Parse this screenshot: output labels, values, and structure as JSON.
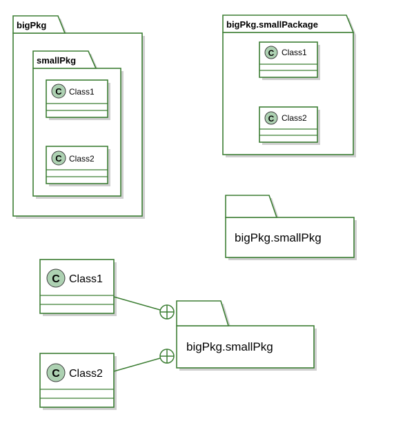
{
  "packages": {
    "big": {
      "title": "bigPkg"
    },
    "small": {
      "title": "smallPkg"
    },
    "small_package": {
      "title": "bigPkg.smallPackage"
    },
    "folder_upper": {
      "name": "bigPkg.smallPkg"
    },
    "folder_lower": {
      "name": "bigPkg.smallPkg"
    }
  },
  "classes": {
    "stereotype_letter": "C",
    "small_pkg_class1": "Class1",
    "small_pkg_class2": "Class2",
    "small_package_class1": "Class1",
    "small_package_class2": "Class2",
    "standalone_class1": "Class1",
    "standalone_class2": "Class2"
  },
  "colors": {
    "border": "#3b7d32",
    "class_circle": "#add1b2",
    "shadow": "#cfcfcf"
  },
  "relations": [
    {
      "from": "Class1",
      "to": "bigPkg.smallPkg",
      "type": "nested"
    },
    {
      "from": "Class2",
      "to": "bigPkg.smallPkg",
      "type": "nested"
    }
  ]
}
